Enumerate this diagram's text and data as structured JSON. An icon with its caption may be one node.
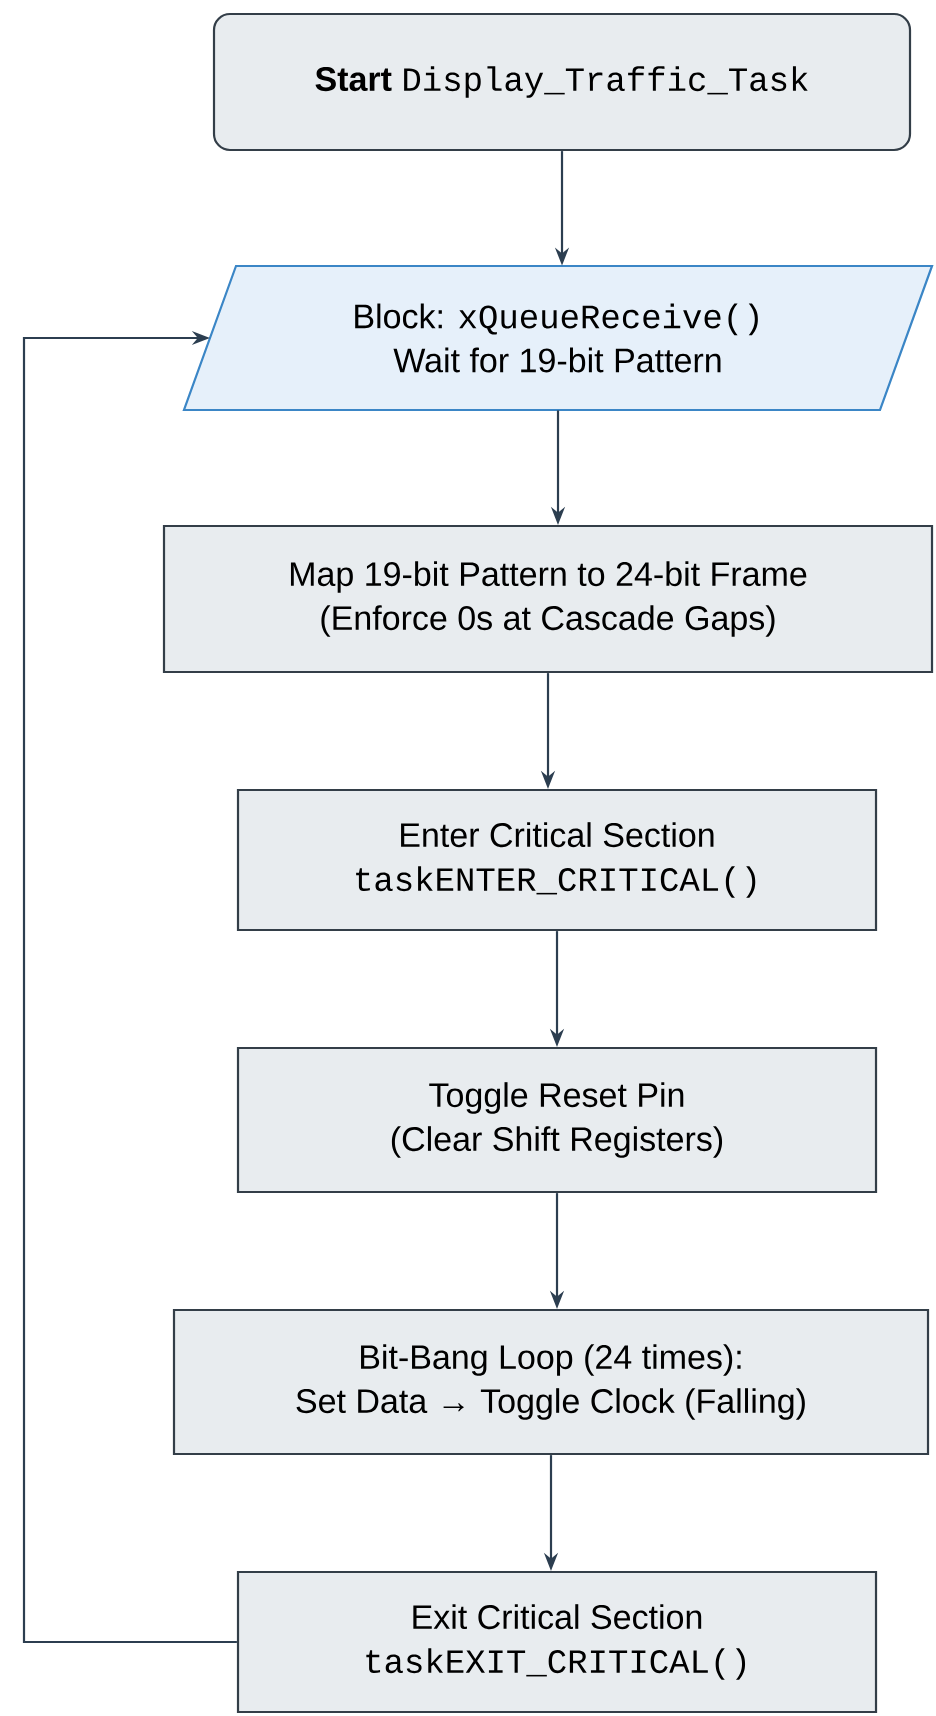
{
  "diagram": {
    "nodes": [
      {
        "text": [
          "Start",
          "Display_Traffic_Task"
        ]
      },
      {
        "text": [
          "Block:",
          "xQueueReceive()",
          "Wait for 19-bit Pattern"
        ]
      },
      {
        "text": [
          "Map 19-bit Pattern to 24-bit Frame",
          "(Enforce 0s at Cascade Gaps)"
        ]
      },
      {
        "text": [
          "Enter Critical Section",
          "taskENTER_CRITICAL()"
        ]
      },
      {
        "text": [
          "Toggle Reset Pin",
          "(Clear Shift Registers)"
        ]
      },
      {
        "text": [
          "Bit-Bang Loop (24 times):",
          "Set Data → Toggle Clock (Falling)"
        ]
      },
      {
        "text": [
          "Exit Critical Section",
          "taskEXIT_CRITICAL()"
        ]
      }
    ],
    "edges": [
      {
        "from": 0,
        "to": 1,
        "arrow": "to"
      },
      {
        "from": 1,
        "to": 2,
        "arrow": "to"
      },
      {
        "from": 2,
        "to": 3,
        "arrow": "to"
      },
      {
        "from": 3,
        "to": 4,
        "arrow": "to"
      },
      {
        "from": 4,
        "to": 5,
        "arrow": "to"
      },
      {
        "from": 5,
        "to": 6,
        "arrow": "to"
      },
      {
        "from": 6,
        "to": 1,
        "arrow": "to"
      }
    ]
  }
}
